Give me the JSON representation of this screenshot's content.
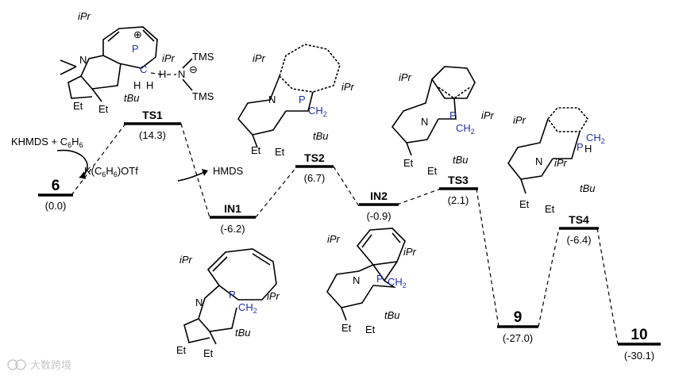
{
  "diagram": {
    "levels": [
      {
        "id": "6",
        "name": "6",
        "value": "(0.0)",
        "big": true
      },
      {
        "id": "TS1",
        "name": "TS1",
        "value": "(14.3)"
      },
      {
        "id": "IN1",
        "name": "IN1",
        "value": "(-6.2)"
      },
      {
        "id": "TS2",
        "name": "TS2",
        "value": "(6.7)"
      },
      {
        "id": "IN2",
        "name": "IN2",
        "value": "(-0.9)"
      },
      {
        "id": "TS3",
        "name": "TS3",
        "value": "(2.1)"
      },
      {
        "id": "9",
        "name": "9",
        "value": "(-27.0)",
        "big": true
      },
      {
        "id": "TS4",
        "name": "TS4",
        "value": "(-6.4)"
      },
      {
        "id": "10",
        "name": "10",
        "value": "(-30.1)",
        "big": true
      }
    ],
    "reagents": {
      "khmds": "KHMDS + C",
      "c6h6_sub": "6",
      "h6": "H",
      "h6_sub": "6",
      "byproduct_salt": "K(C",
      "salt_sub1": "6",
      "salt_mid": "H",
      "salt_sub2": "6",
      "salt_end": ")OTf",
      "hmds": "HMDS"
    },
    "atoms": {
      "ipr": "iPr",
      "tbu": "tBu",
      "et": "Et",
      "n": "N",
      "p": "P",
      "c": "C",
      "h": "H",
      "tms": "TMS",
      "ch2": "CH",
      "ch2_sub": "2",
      "plus": "⊕",
      "minus": "⊖"
    },
    "watermark": "大数跨境"
  }
}
